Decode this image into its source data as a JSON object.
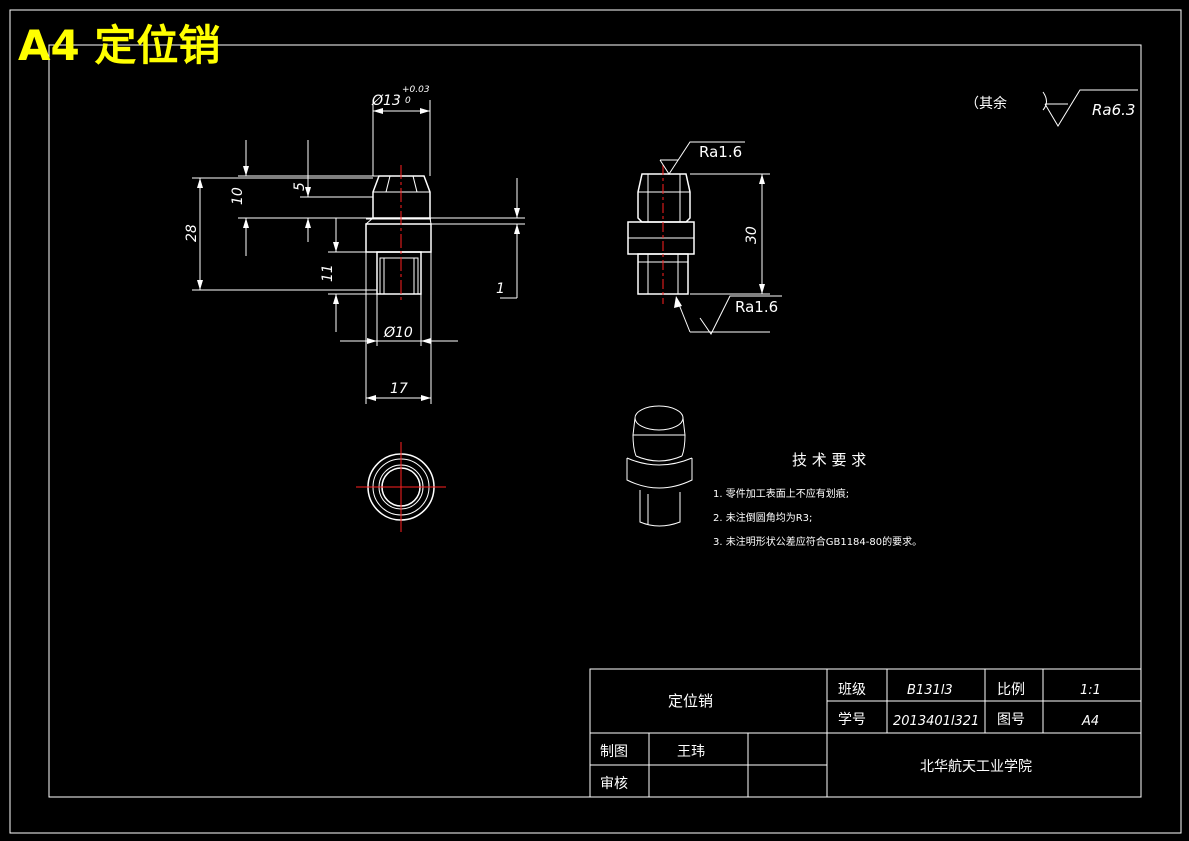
{
  "header": {
    "title": "A4 定位销",
    "title_color": "#ffff00"
  },
  "surface_note": {
    "label": "（其余",
    "roughness": "Ra6.3"
  },
  "dimensions": {
    "dia13": "Ø13",
    "tol_upper": "+0.03",
    "tol_lower": "0",
    "d10": "10",
    "d5": "5",
    "d28": "28",
    "d11": "11",
    "d1": "1",
    "dia10": "Ø10",
    "d17": "17",
    "d30": "30"
  },
  "roughness_marks": {
    "top": "Ra1.6",
    "bottom": "Ra1.6"
  },
  "tech_requirements": {
    "title": "技 术 要 求",
    "items": [
      "1. 零件加工表面上不应有划痕;",
      "2. 未注倒圆角均为R3;",
      "3. 未注明形状公差应符合GB1184-80的要求。"
    ]
  },
  "title_block": {
    "part_name": "定位销",
    "class_label": "班级",
    "class_value": "B131l3",
    "scale_label": "比例",
    "scale_value": "1:1",
    "student_no_label": "学号",
    "student_no_value": "2013401l321",
    "drawing_no_label": "图号",
    "drawing_no_value": "A4",
    "drawn_label": "制图",
    "drawn_value": "王玮",
    "review_label": "审核",
    "school": "北华航天工业学院"
  },
  "colors": {
    "background": "#000000",
    "lines": "#ffffff",
    "centerline": "#ff2020"
  }
}
